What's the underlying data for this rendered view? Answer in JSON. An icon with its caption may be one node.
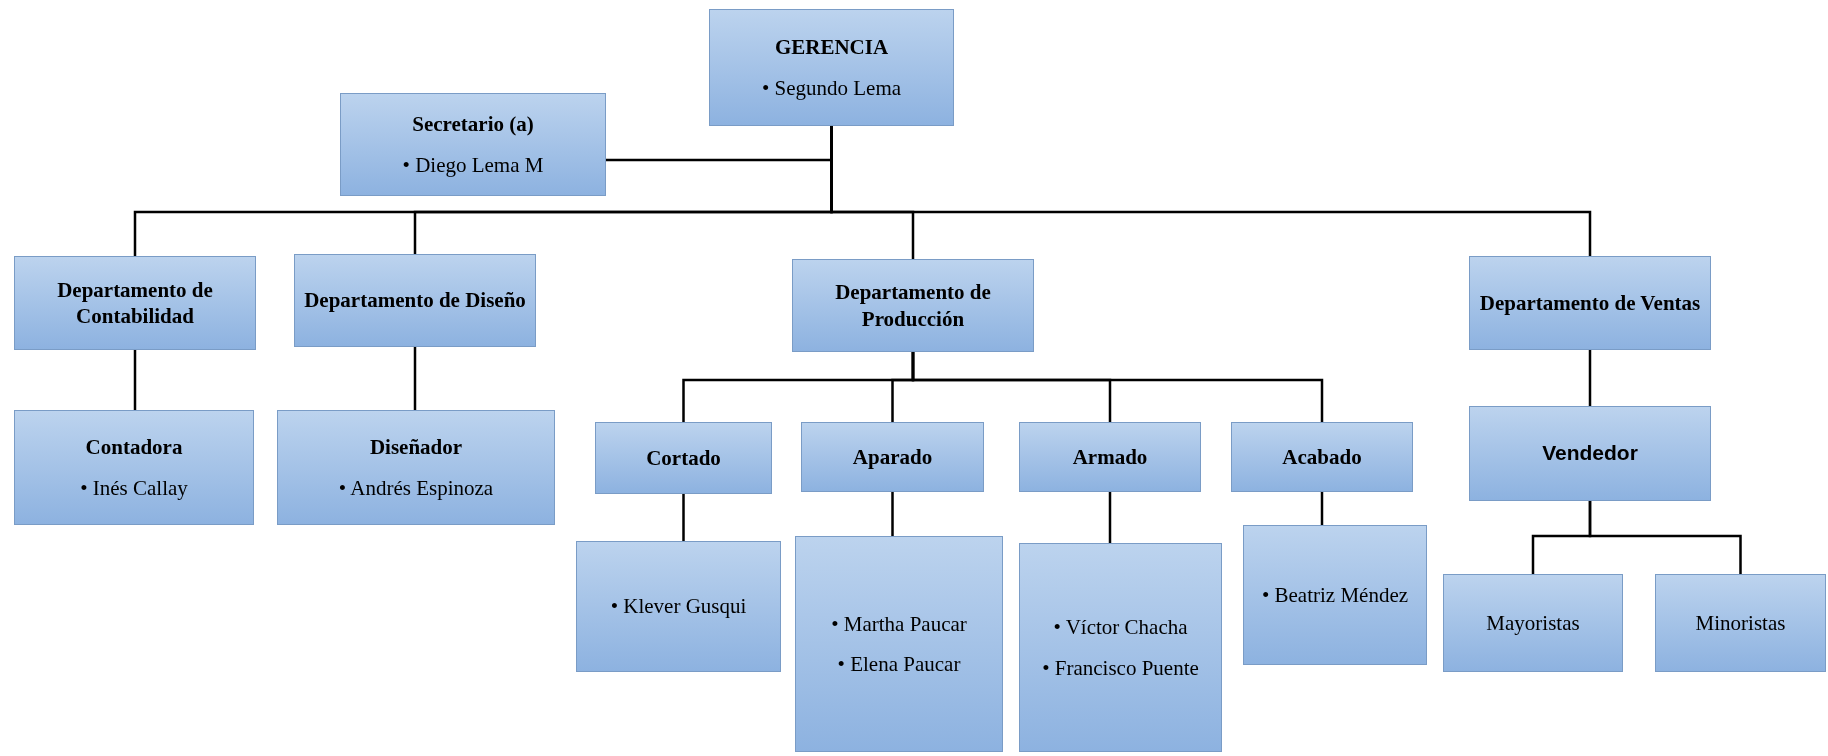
{
  "diagram": {
    "nodes": [
      {
        "text": [
          "GERENCIA",
          "• Segundo Lema"
        ]
      },
      {
        "text": [
          "Secretario (a)",
          "• Diego Lema M"
        ]
      },
      {
        "text": [
          "Departamento de Contabilidad"
        ]
      },
      {
        "text": [
          "Departamento de Diseño"
        ]
      },
      {
        "text": [
          "Departamento de Producción"
        ]
      },
      {
        "text": [
          "Departamento de Ventas"
        ]
      },
      {
        "text": [
          "Contadora",
          "• Inés Callay"
        ]
      },
      {
        "text": [
          "Diseñador",
          "• Andrés Espinoza"
        ]
      },
      {
        "text": [
          "Cortado"
        ]
      },
      {
        "text": [
          "Aparado"
        ]
      },
      {
        "text": [
          "Armado"
        ]
      },
      {
        "text": [
          "Acabado"
        ]
      },
      {
        "text": [
          "Vendedor"
        ]
      },
      {
        "text": [
          "• Klever Gusqui"
        ]
      },
      {
        "text": [
          "• Martha Paucar",
          "• Elena Paucar"
        ]
      },
      {
        "text": [
          "• Víctor Chacha",
          "• Francisco Puente"
        ]
      },
      {
        "text": [
          "• Beatriz Méndez"
        ]
      },
      {
        "text": [
          "Mayoristas"
        ]
      },
      {
        "text": [
          "Minoristas"
        ]
      }
    ],
    "edges": [
      {
        "from": 0,
        "to": 1,
        "arrow": "none"
      },
      {
        "from": 0,
        "to": 2,
        "arrow": "none"
      },
      {
        "from": 0,
        "to": 3,
        "arrow": "none"
      },
      {
        "from": 0,
        "to": 4,
        "arrow": "none"
      },
      {
        "from": 0,
        "to": 5,
        "arrow": "none"
      },
      {
        "from": 2,
        "to": 6,
        "arrow": "none"
      },
      {
        "from": 3,
        "to": 7,
        "arrow": "none"
      },
      {
        "from": 4,
        "to": 8,
        "arrow": "none"
      },
      {
        "from": 4,
        "to": 9,
        "arrow": "none"
      },
      {
        "from": 4,
        "to": 10,
        "arrow": "none"
      },
      {
        "from": 4,
        "to": 11,
        "arrow": "none"
      },
      {
        "from": 8,
        "to": 13,
        "arrow": "none"
      },
      {
        "from": 9,
        "to": 14,
        "arrow": "none"
      },
      {
        "from": 10,
        "to": 15,
        "arrow": "none"
      },
      {
        "from": 11,
        "to": 16,
        "arrow": "none"
      },
      {
        "from": 5,
        "to": 12,
        "arrow": "none"
      },
      {
        "from": 12,
        "to": 17,
        "arrow": "none"
      },
      {
        "from": 12,
        "to": 18,
        "arrow": "none"
      }
    ]
  }
}
